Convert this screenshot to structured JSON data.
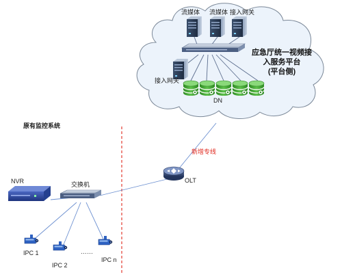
{
  "cloud": {
    "title_line1": "应急厅统一视频接",
    "title_line2": "入服务平台",
    "title_line3": "(平台侧)",
    "streaming_server_1": "流媒体",
    "streaming_server_2": "流媒体",
    "access_gateway_top": "接入网关",
    "access_gateway_left": "接入网关",
    "dn_label": "DN"
  },
  "network": {
    "new_line_label": "新增专线",
    "olt_label": "OLT"
  },
  "local": {
    "section_title": "原有监控系统",
    "nvr_label": "NVR",
    "switch_label": "交换机",
    "ipc_1": "IPC 1",
    "ipc_2": "IPC 2",
    "ellipsis": "……",
    "ipc_n": "IPC n"
  },
  "colors": {
    "cloud_fill": "#ecf3fb",
    "cloud_stroke": "#7a8797",
    "line_blue": "#6b8fd0",
    "divider_red": "#e23a2e",
    "nvr_blue": "#2d4aa0",
    "dn_green": "#3aa02c",
    "camera_blue": "#2e62c2"
  },
  "icons": [
    "server-icon",
    "switch-icon",
    "storage-icon",
    "router-icon",
    "nvr-icon",
    "camera-icon"
  ]
}
